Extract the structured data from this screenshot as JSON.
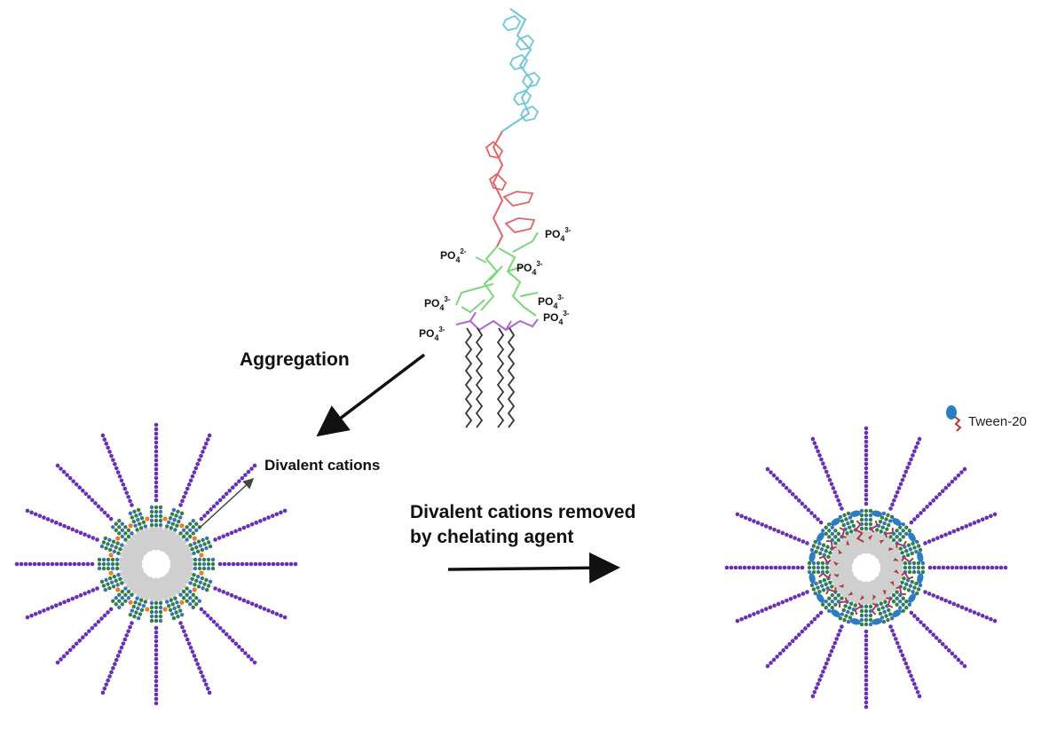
{
  "labels": {
    "phosphate": "PO4",
    "aggregation": "Aggregation",
    "divalent_cations": "Divalent cations",
    "removed_line1": "Divalent cations removed",
    "removed_line2": "by chelating agent",
    "tween": "Tween-20"
  },
  "phosphate_labels": [
    {
      "base": "PO",
      "sub": "4",
      "sup": "3-"
    },
    {
      "base": "PO",
      "sub": "4",
      "sup": "2-"
    },
    {
      "base": "PO",
      "sub": "4",
      "sup": "3-"
    },
    {
      "base": "PO",
      "sub": "4",
      "sup": "3-"
    },
    {
      "base": "PO",
      "sub": "4",
      "sup": "3-"
    },
    {
      "base": "PO",
      "sub": "4",
      "sup": "3-"
    },
    {
      "base": "PO",
      "sub": "4",
      "sup": "3-"
    }
  ],
  "colors": {
    "o_antigen": "#6ec6d6",
    "outer_core": "#e06666",
    "inner_core": "#7cd67c",
    "kdo": "#b366c9",
    "lipid_tail": "#333333",
    "micelle_spoke": "#6a2fb5",
    "micelle_core_sugar": "#2f7f4a",
    "micelle_core_blue": "#3a6fc0",
    "micelle_lipid": "#cfcfcf",
    "cation": "#f07b2a",
    "tween_head": "#2a7fc0",
    "tween_tail": "#b33a3a",
    "arrow": "#111111"
  },
  "icons": [
    "lps-molecule-icon",
    "lps-micelle-with-cations-icon",
    "lps-micelle-with-tween-icon",
    "tween-20-icon"
  ]
}
